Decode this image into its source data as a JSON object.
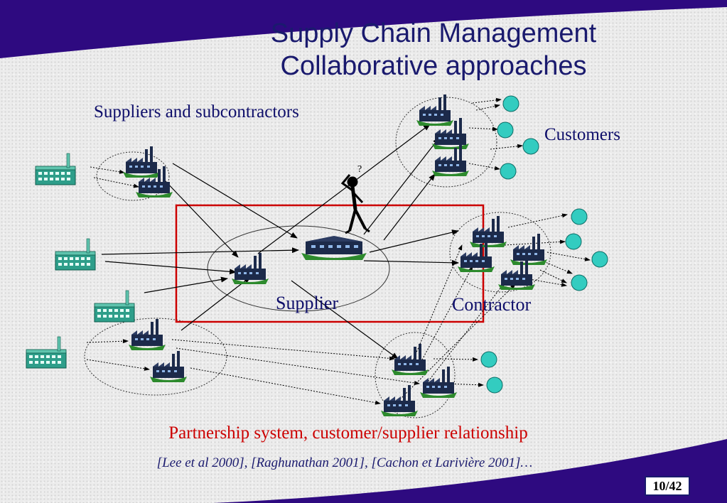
{
  "title": {
    "line1": "Supply Chain Management",
    "line2": "Collaborative approaches"
  },
  "labels": {
    "suppliers": "Suppliers and subcontractors",
    "customers": "Customers",
    "supplier": "Supplier",
    "contractor": "Contractor"
  },
  "footer": {
    "partnership": "Partnership system, customer/supplier relationship",
    "references": "[Lee et al 2000], [Raghunathan 2001], [Cachon et Larivière 2001]…",
    "page": "10/42"
  },
  "colors": {
    "accent": "#2e0a80",
    "title": "#1a1a6e",
    "highlight_frame": "#cc0000",
    "customer_node": "#33ccc0",
    "building": "#2e9e8a",
    "factory_roof": "#1c2a4a",
    "factory_base": "#2d8a2d"
  },
  "icons": {
    "building": "office-building-icon",
    "factory": "factory-icon",
    "customer": "customer-circle-icon",
    "person": "thinking-person-icon"
  }
}
